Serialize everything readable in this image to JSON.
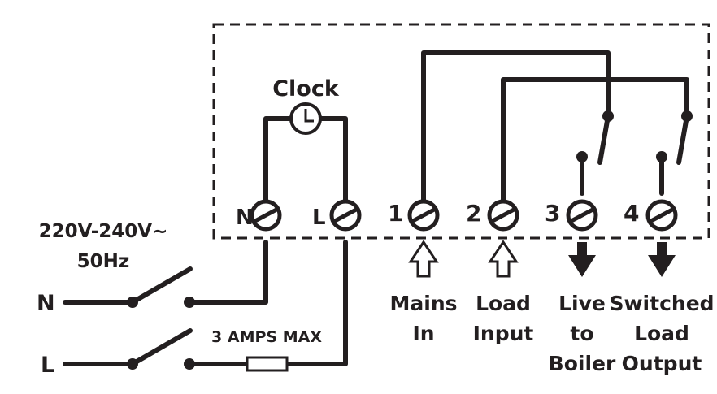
{
  "diagram": {
    "type": "wiring-diagram",
    "clock_label": "Clock",
    "terminals": [
      {
        "id": "N",
        "label": "N"
      },
      {
        "id": "L",
        "label": "L"
      },
      {
        "id": "1",
        "label": "1",
        "function": [
          "Mains",
          "In"
        ],
        "direction": "in"
      },
      {
        "id": "2",
        "label": "2",
        "function": [
          "Load",
          "Input"
        ],
        "direction": "in"
      },
      {
        "id": "3",
        "label": "3",
        "function": [
          "Live",
          "to",
          "Boiler"
        ],
        "direction": "out"
      },
      {
        "id": "4",
        "label": "4",
        "function": [
          "Switched",
          "Load",
          "Output"
        ],
        "direction": "out"
      }
    ],
    "supply": {
      "voltage": "220V-240V~",
      "frequency": "50Hz",
      "neutral_label": "N",
      "live_label": "L",
      "fuse_label": "3 AMPS MAX"
    },
    "connections": [
      "N terminal - Clock - L terminal",
      "Terminal 1 - relay 1 common",
      "Terminal 2 - relay 2 common",
      "Relay 1 contact - Terminal 3",
      "Relay 2 contact - Terminal 4",
      "Supply N - isolator - N terminal",
      "Supply L - isolator - fuse - L terminal"
    ],
    "colors": {
      "ink": "#231f20",
      "background": "#ffffff"
    }
  }
}
